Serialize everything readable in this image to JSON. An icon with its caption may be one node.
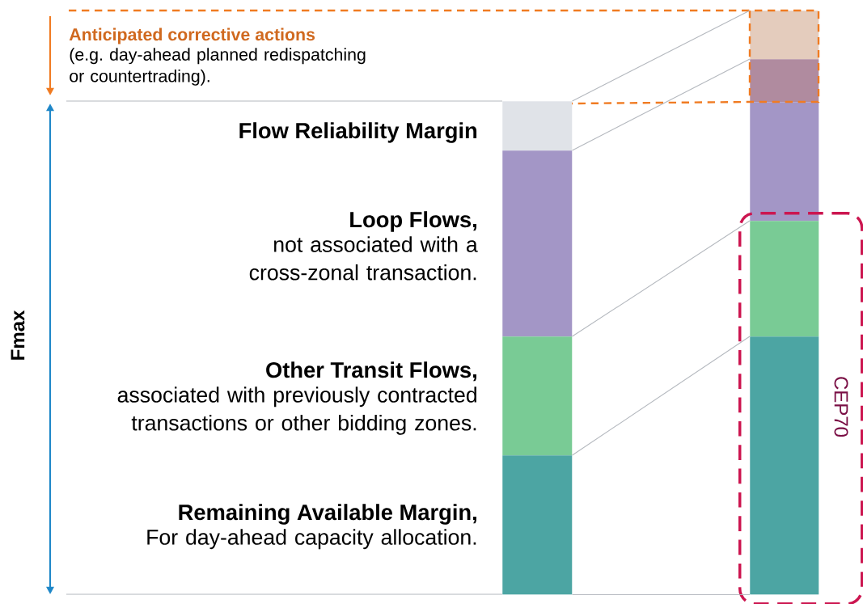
{
  "diagram": {
    "nodes": [
      {
        "text": [],
        "shape": "bar",
        "beside": [
          "Flow Reliability Margin"
        ]
      },
      {
        "text": [],
        "shape": "bar",
        "beside": [
          "Loop Flows,",
          "not associated with a cross-zonal transaction."
        ]
      },
      {
        "text": [],
        "shape": "bar",
        "beside": [
          "Other Transit Flows,",
          "associated with previously contracted transactions or other bidding zones."
        ]
      },
      {
        "text": [],
        "shape": "bar",
        "beside": [
          "Remaining Available Margin,",
          "For day-ahead capacity allocation."
        ]
      },
      {
        "text": [],
        "shape": "bar"
      },
      {
        "text": [],
        "shape": "bar"
      },
      {
        "text": [],
        "shape": "bar"
      },
      {
        "text": [
          "CEP70"
        ]
      },
      {
        "text": [],
        "shape": "bar",
        "in": 7
      },
      {
        "text": [],
        "shape": "bar",
        "in": 7
      }
    ],
    "edges": [
      {
        "from": 0,
        "to": 4,
        "arrow": "none"
      },
      {
        "from": 1,
        "to": 5,
        "arrow": "none"
      },
      {
        "from": 2,
        "to": 8,
        "arrow": "none"
      },
      {
        "from": 3,
        "to": 9,
        "arrow": "none"
      },
      {
        "from": 3,
        "to": 9,
        "arrow": "none"
      }
    ],
    "labels": [
      "Anticipated corrective actions",
      "(e.g. day-ahead planned redispatching or countertrading).",
      "Fmax"
    ]
  }
}
